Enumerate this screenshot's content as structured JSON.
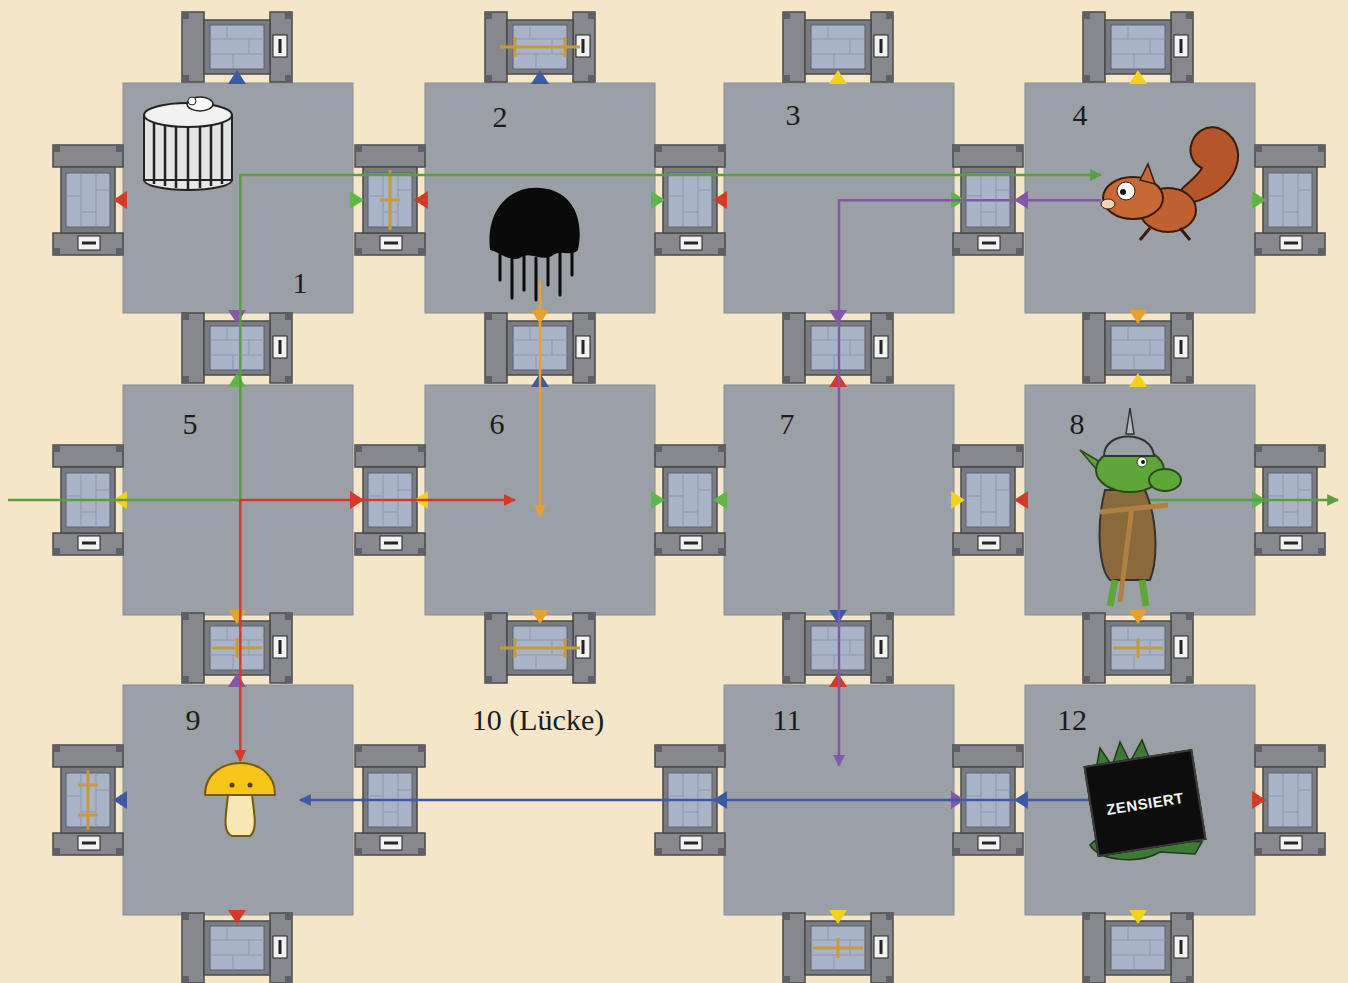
{
  "diagram": {
    "nodes": [
      {
        "text": [
          "1"
        ]
      },
      {
        "text": [
          "2"
        ]
      },
      {
        "text": [
          "3"
        ]
      },
      {
        "text": [
          "4"
        ]
      },
      {
        "text": [
          "5"
        ]
      },
      {
        "text": [
          "6"
        ]
      },
      {
        "text": [
          "7"
        ]
      },
      {
        "text": [
          "8"
        ]
      },
      {
        "text": [
          "9"
        ]
      },
      {
        "text": [
          "11"
        ]
      },
      {
        "text": [
          "12"
        ]
      },
      {
        "text": [
          "ZENSIERT"
        ],
        "in": 10
      }
    ],
    "edges": [
      {
        "from": 4,
        "to": 3,
        "arrow": "to"
      },
      {
        "from": 4,
        "to": 5,
        "arrow": "to"
      },
      {
        "from": 4,
        "to": 8,
        "arrow": "to"
      },
      {
        "from": 1,
        "to": 5,
        "arrow": "to"
      },
      {
        "from": 3,
        "to": 9,
        "arrow": "to"
      },
      {
        "from": 10,
        "to": 8,
        "arrow": "to"
      }
    ],
    "labels": [
      "10 (Lücke)"
    ]
  }
}
